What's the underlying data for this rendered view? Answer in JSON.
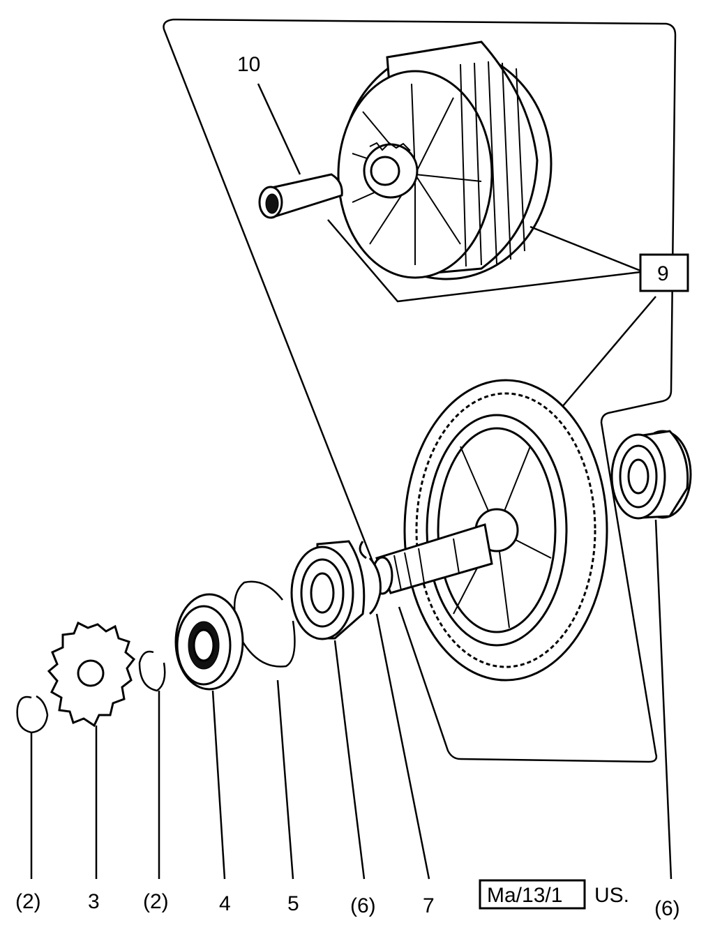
{
  "callouts": {
    "p10": "10",
    "p9": "9",
    "p2a": "(2)",
    "p3": "3",
    "p2b": "(2)",
    "p4": "4",
    "p5": "5",
    "p6a": "(6)",
    "p7": "7",
    "p6b": "(6)"
  },
  "reference": {
    "code": "Ma/13/1",
    "suffix": "US."
  }
}
